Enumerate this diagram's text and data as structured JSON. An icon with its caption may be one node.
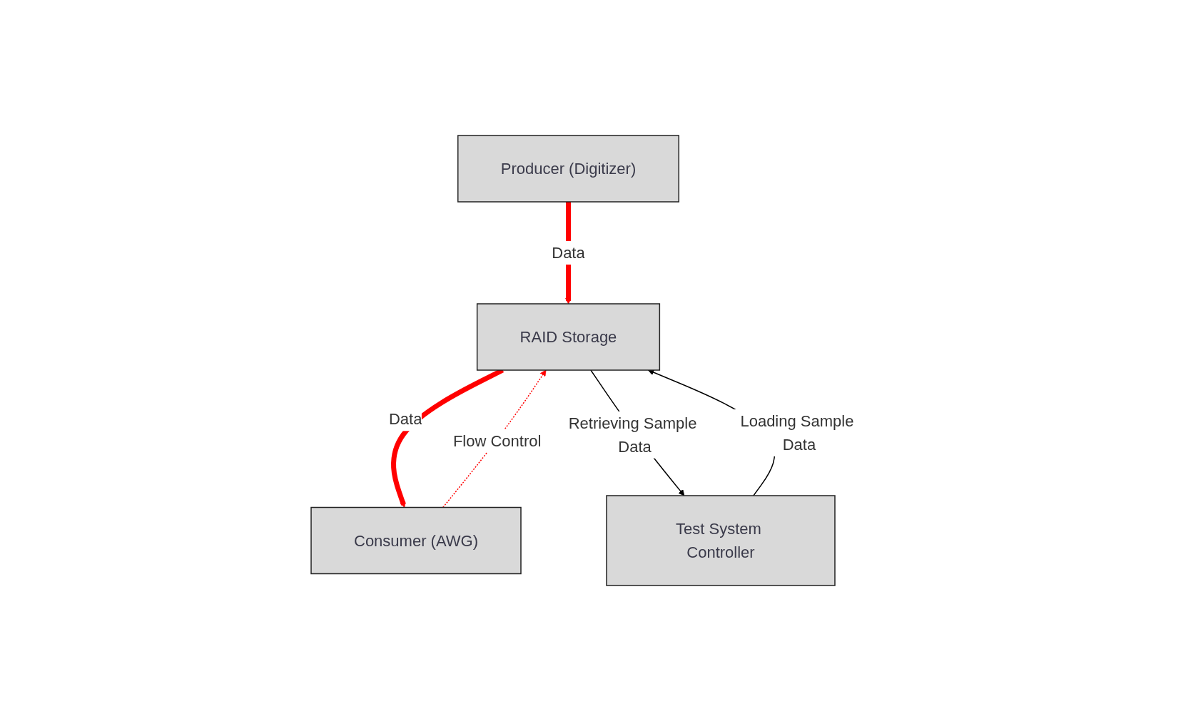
{
  "diagram": {
    "nodes": [
      {
        "text": [
          "Producer (Digitizer)"
        ]
      },
      {
        "text": [
          "Consumer (AWG)"
        ]
      },
      {
        "text": [
          "RAID Storage"
        ]
      },
      {
        "text": [
          "Test System Controller"
        ]
      }
    ],
    "edges": [
      {
        "from": 0,
        "to": 2,
        "arrow": "to",
        "label": "Data",
        "style": "thick",
        "color": "#ff0000"
      },
      {
        "from": 2,
        "to": 1,
        "arrow": "to",
        "label": "Data",
        "style": "thick",
        "color": "#ff0000"
      },
      {
        "from": 1,
        "to": 2,
        "arrow": "to",
        "label": "Flow Control",
        "style": "dashed",
        "color": "#ff0000"
      },
      {
        "from": 2,
        "to": 3,
        "arrow": "to",
        "label": "Retrieving Sample Data",
        "color": "#000000"
      },
      {
        "from": 3,
        "to": 2,
        "arrow": "to",
        "label": "Loading Sample Data",
        "color": "#000000"
      }
    ]
  }
}
